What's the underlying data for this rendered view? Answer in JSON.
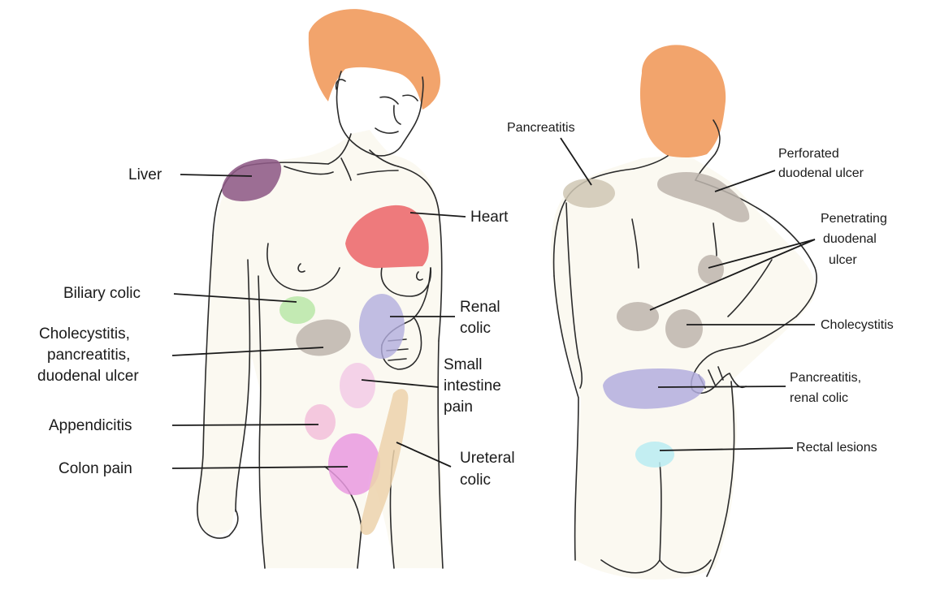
{
  "colors": {
    "liver": "#8e5a86",
    "heart": "#ec6b6f",
    "biliary": "#b9e8a8",
    "grey_region": "#bdb5ad",
    "renal": "#b3aede",
    "small_intestine": "#f2c8e6",
    "appendicitis": "#f3bcd9",
    "colon": "#e99ae0",
    "ureteral": "#ecd2ac",
    "pancreatitis_back": "#cfc7b4",
    "rectal": "#b9ecf2",
    "hair": "#f2a46c",
    "skin": "#fbf9f1"
  },
  "front": {
    "labels": {
      "liver": "Liver",
      "heart": "Heart",
      "biliary": "Biliary colic",
      "renal_1": "Renal",
      "renal_2": "colic",
      "chole_1": "Cholecystitis,",
      "chole_2": "pancreatitis,",
      "chole_3": "duodenal ulcer",
      "small_1": "Small",
      "small_2": "intestine",
      "small_3": "pain",
      "appendicitis": "Appendicitis",
      "colon": "Colon pain",
      "ureteral_1": "Ureteral",
      "ureteral_2": "colic"
    }
  },
  "back": {
    "labels": {
      "pancreatitis": "Pancreatitis",
      "perforated_1": "Perforated",
      "perforated_2": "duodenal ulcer",
      "penetrating_1": "Penetrating",
      "penetrating_2": "duodenal",
      "penetrating_3": "ulcer",
      "cholecystitis": "Cholecystitis",
      "pancrenal_1": "Pancreatitis,",
      "pancrenal_2": "renal colic",
      "rectal": "Rectal lesions"
    }
  }
}
